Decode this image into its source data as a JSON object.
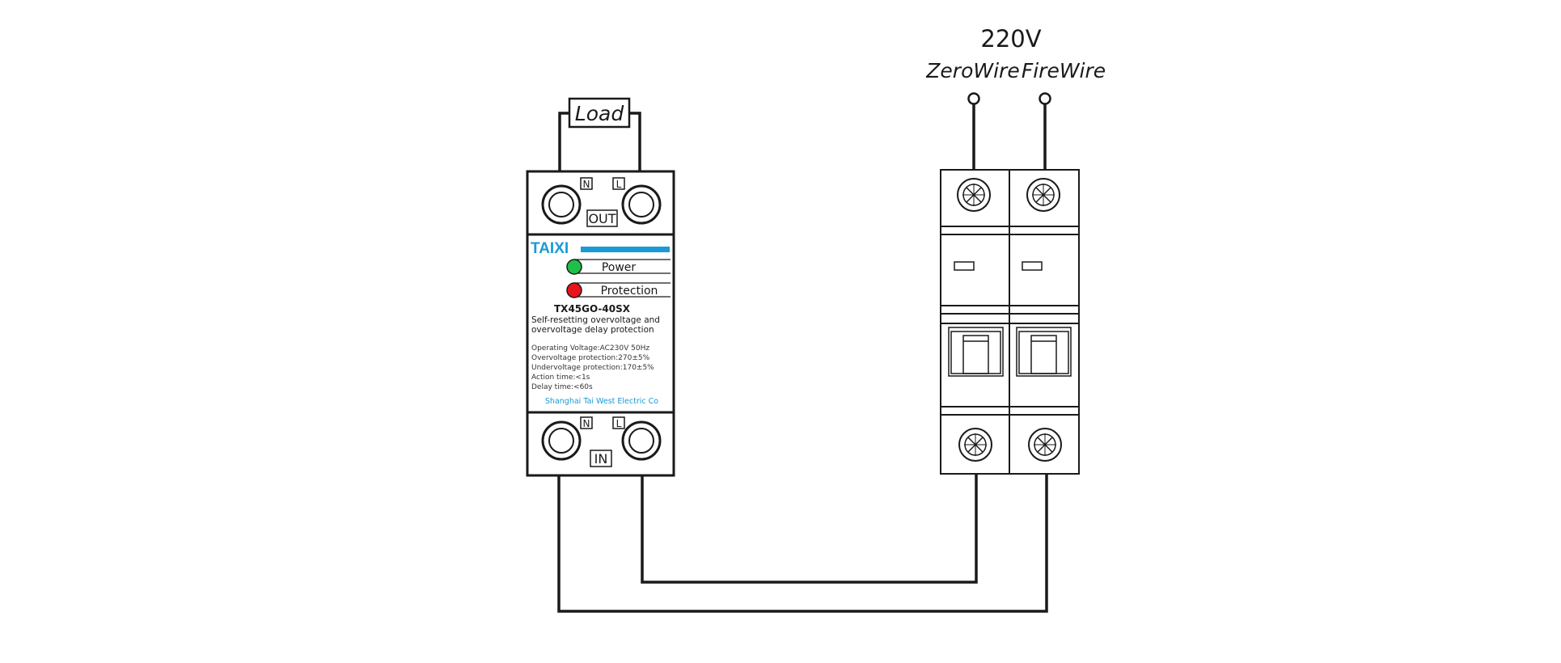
{
  "supply": {
    "voltage": "220V",
    "zero_wire_label": "ZeroWire",
    "fire_wire_label": "FireWire"
  },
  "load": {
    "label": "Load"
  },
  "protector": {
    "out_label": "OUT",
    "in_label": "IN",
    "terminal_n": "N",
    "terminal_l": "L",
    "brand": "TAIXI",
    "brand_color": "#1a9ad6",
    "indicators": [
      {
        "label": "Power",
        "color": "#1fbf4a"
      },
      {
        "label": "Protection",
        "color": "#e8141b"
      }
    ],
    "model": "TX45GO-40SX",
    "description_lines": [
      "Self-resetting overvoltage and",
      "overvoltage delay protection"
    ],
    "spec_lines": [
      "Operating Voltage:AC230V 50Hz",
      "Overvoltage protection:270±5%",
      "Undervoltage protection:170±5%",
      "Action time:<1s",
      "Delay time:<60s"
    ],
    "manufacturer": "Shanghai Tai West Electric Co"
  }
}
